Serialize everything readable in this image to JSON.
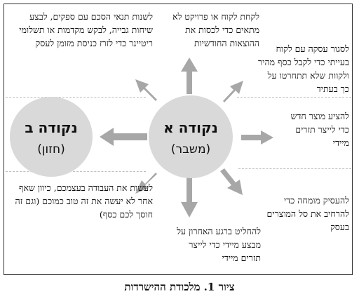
{
  "center": {
    "title": "נקודה א",
    "subtitle": "(משבר)"
  },
  "left": {
    "title": "נקודה ב",
    "subtitle": "(חזון)"
  },
  "notes": {
    "top_left": "לשנות תנאי הסכם עם ספקים, לבצע שיחות גבייה, לבקש מקדמות או תשלומי ריטיינר כדי לזרז כניסת מזומן לעסק",
    "top_center": "לקחת לקוח או פרויקט לא מתאים כדי לכסות את ההוצאות החודשיות",
    "top_right": "לסגור עסקה עם לקוח בעייתי כדי לקבל כסף מהיר ולקוות שלא תתחרטו על כך בעתיד",
    "mid_right": "להציע מוצר חדש כדי לייצר תזרים מיידי",
    "bottom_right": "להעסיק מומחה כדי להרחיב את סל המוצרים בעסק",
    "bottom_center": "להחליט ברגע האחרון על מבצע מיידי כדי לייצר תזרים מיידי",
    "bottom_left": "לעשות את העבודה בעצמכם, כיוון שאף אחר לא יעשה את זה טוב כמוכם (וגם זה חוסך לכם כסף)"
  },
  "caption": "ציור 1. מלכודת ההישרדות",
  "colors": {
    "circle_fill": "#d9d9d9",
    "arrow": "#a7a7a7",
    "frame": "#333333",
    "dash": "#bdbdbd"
  }
}
